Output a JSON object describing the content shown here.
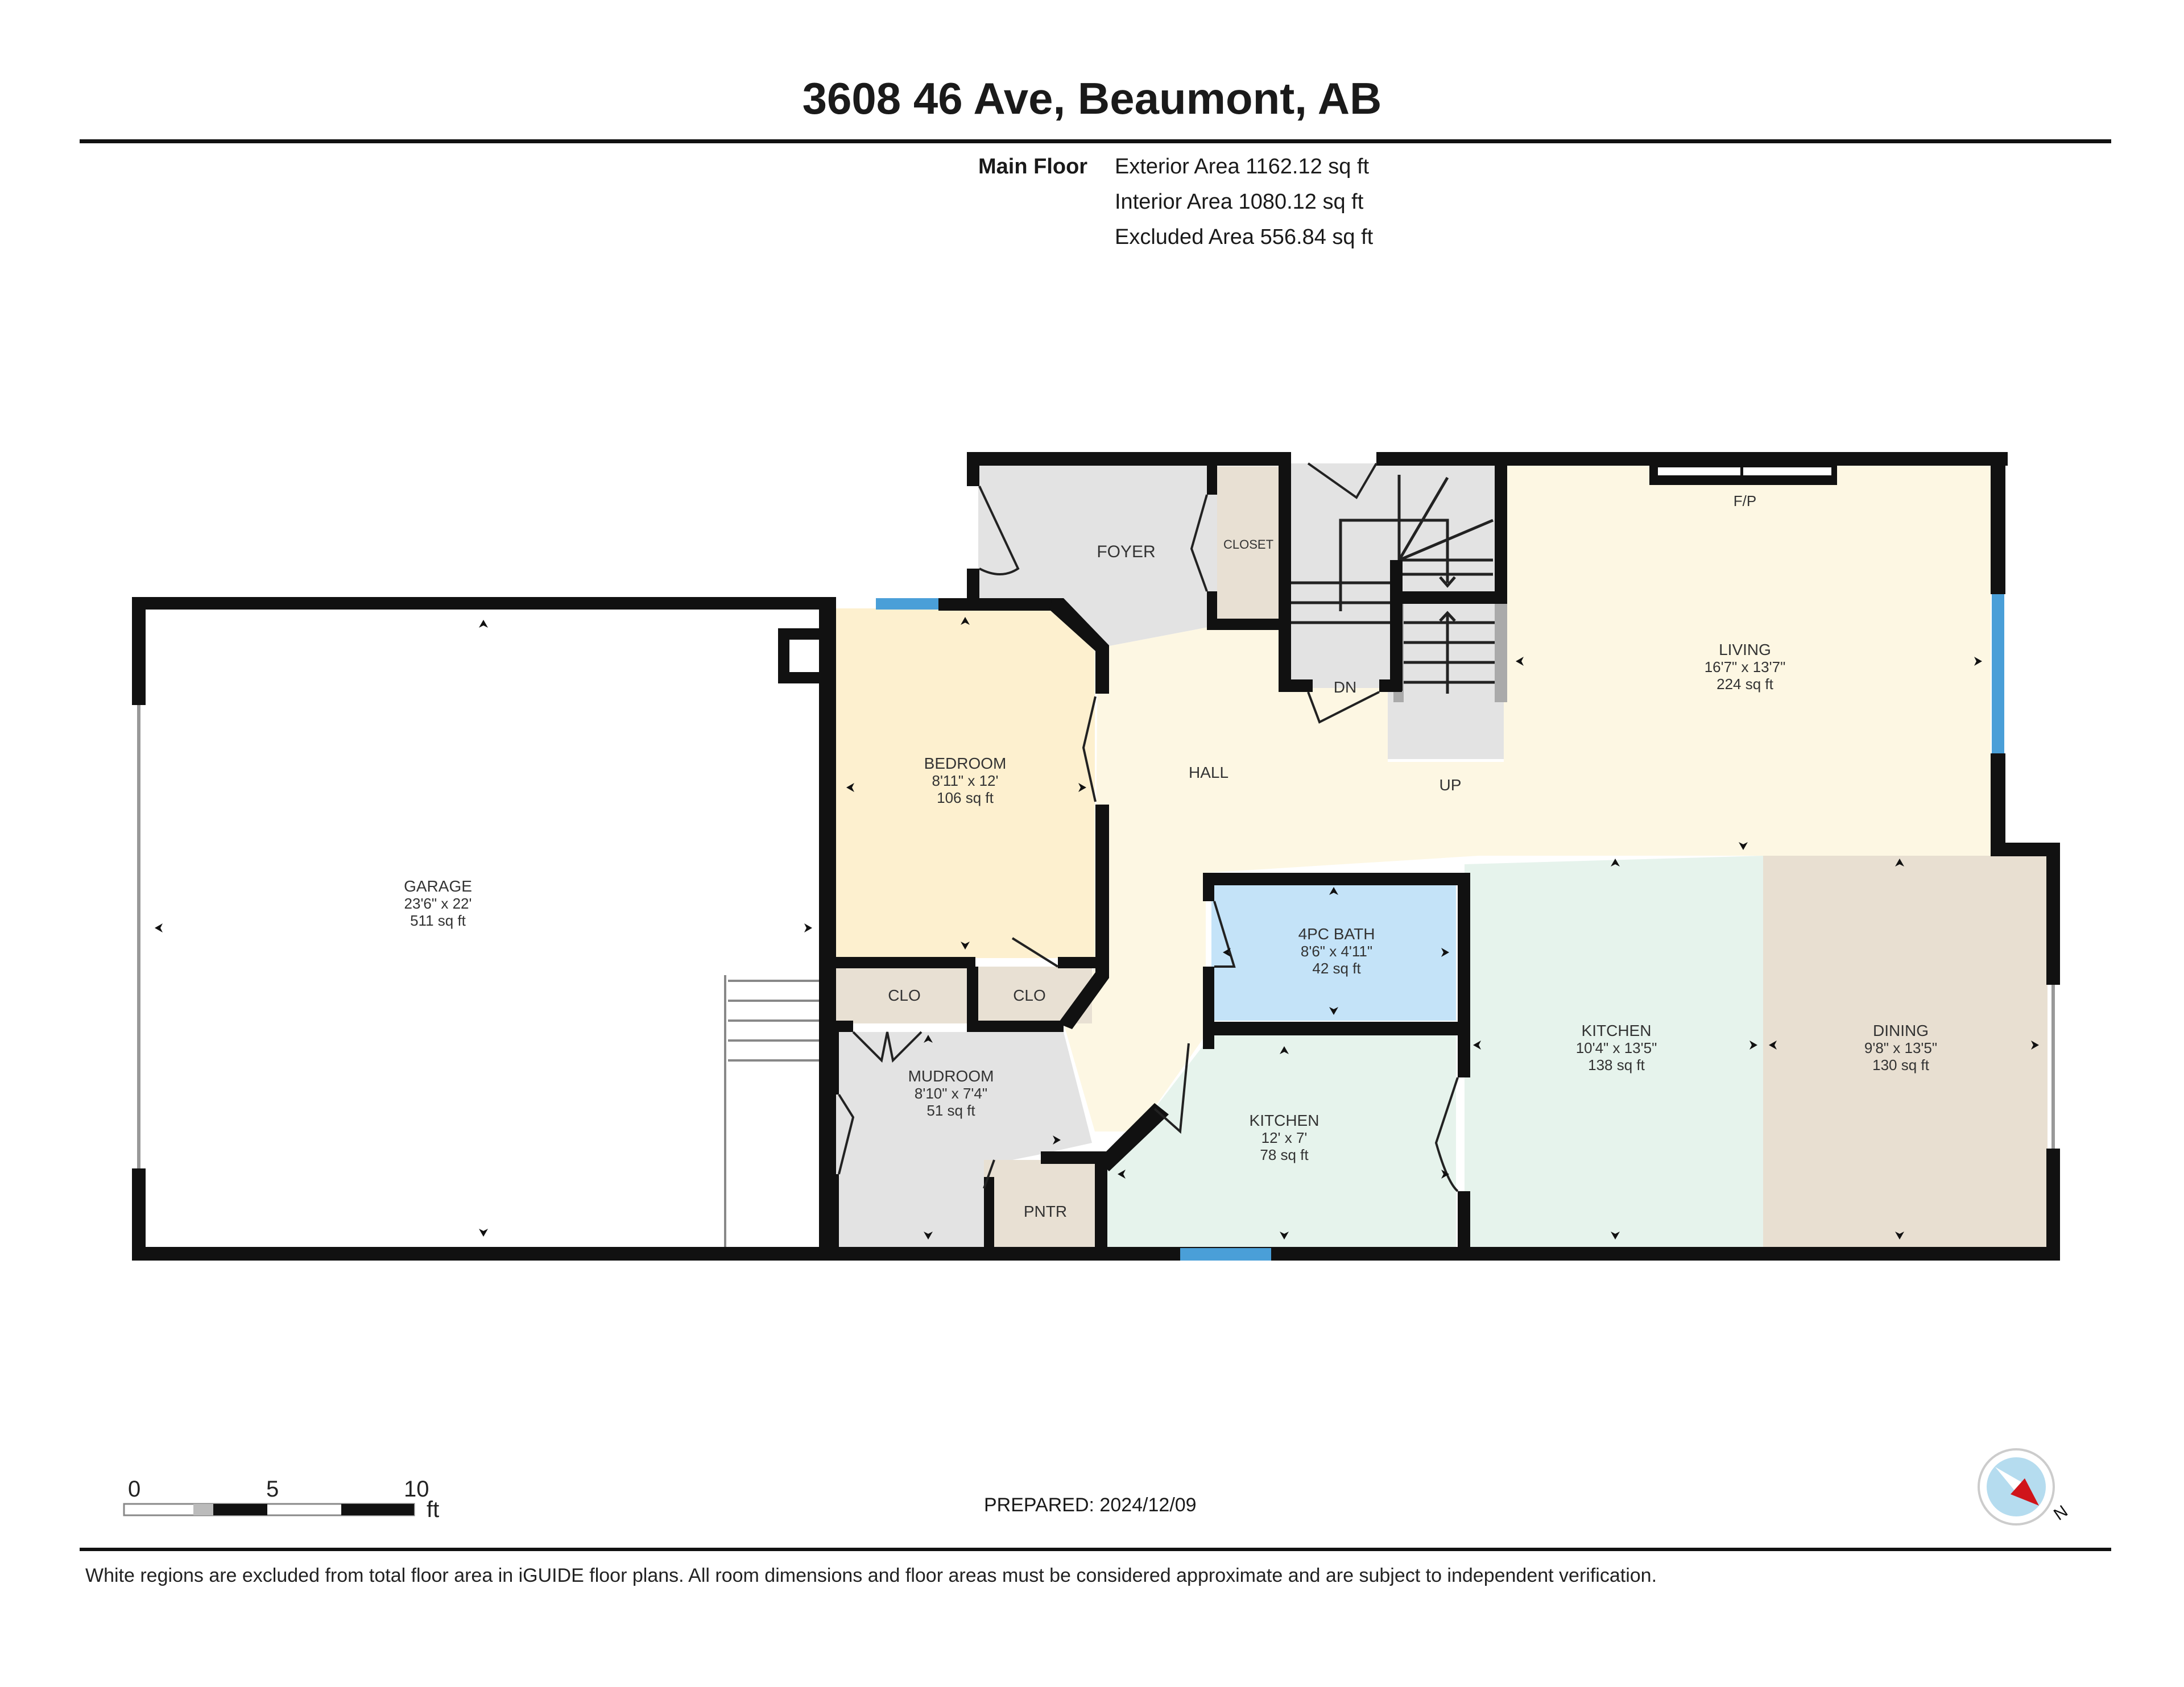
{
  "header": {
    "title": "3608 46 Ave, Beaumont, AB"
  },
  "summary": {
    "floor_label": "Main Floor",
    "exterior_area": "Exterior Area 1162.12 sq ft",
    "interior_area": "Interior Area 1080.12 sq ft",
    "excluded_area": "Excluded Area 556.84 sq ft"
  },
  "rooms": {
    "garage": {
      "name": "GARAGE",
      "dims": "23'6\" x 22'",
      "area": "511 sq ft",
      "color": "#ffffff"
    },
    "bedroom": {
      "name": "BEDROOM",
      "dims": "8'11\" x 12'",
      "area": "106 sq ft",
      "color": "#fdf0cf"
    },
    "foyer": {
      "name": "FOYER",
      "color": "#e3e3e3"
    },
    "closet": {
      "name": "CLOSET",
      "color": "#e8e0d3"
    },
    "hall": {
      "name": "HALL",
      "color": "#fdf7e3"
    },
    "living": {
      "name": "LIVING",
      "dims": "16'7\" x 13'7\"",
      "area": "224 sq ft",
      "color": "#fdf7e3"
    },
    "fireplace": {
      "name": "F/P"
    },
    "stairs_down": {
      "name": "DN"
    },
    "stairs_up": {
      "name": "UP"
    },
    "bath": {
      "name": "4PC BATH",
      "dims": "8'6\" x 4'11\"",
      "area": "42 sq ft",
      "color": "#c4e3f8"
    },
    "clo1": {
      "name": "CLO",
      "color": "#e8e0d3"
    },
    "clo2": {
      "name": "CLO",
      "color": "#e8e0d3"
    },
    "mudroom": {
      "name": "MUDROOM",
      "dims": "8'10\" x 7'4\"",
      "area": "51 sq ft",
      "color": "#e3e3e3"
    },
    "pantry": {
      "name": "PNTR",
      "color": "#e8e0d3"
    },
    "kitchen_small": {
      "name": "KITCHEN",
      "dims": "12' x 7'",
      "area": "78 sq ft",
      "color": "#e6f3ec"
    },
    "kitchen_large": {
      "name": "KITCHEN",
      "dims": "10'4\" x 13'5\"",
      "area": "138 sq ft",
      "color": "#e6f3ec"
    },
    "dining": {
      "name": "DINING",
      "dims": "9'8\" x 13'5\"",
      "area": "130 sq ft",
      "color": "#e8dfd1"
    }
  },
  "colors": {
    "wall": "#111111",
    "window": "#4a9fd8",
    "stair": "#e3e3e3"
  },
  "scale_bar": {
    "ticks": [
      "0",
      "5",
      "10"
    ],
    "unit": "ft"
  },
  "footer": {
    "prepared": "PREPARED: 2024/12/09",
    "disclaimer": "White regions are excluded from total floor area in iGUIDE floor plans. All room dimensions and floor areas must be considered approximate and are subject to independent verification.",
    "compass_label": "N"
  }
}
